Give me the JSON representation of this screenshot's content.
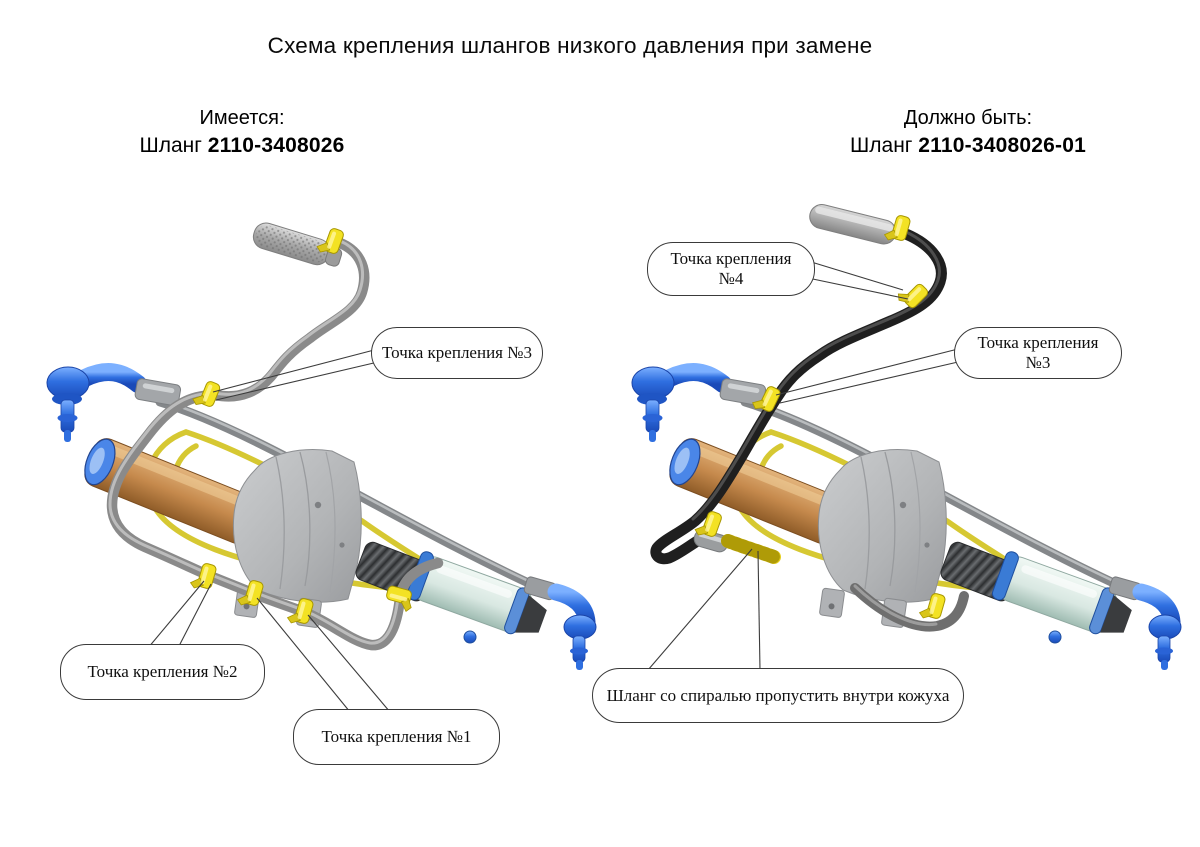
{
  "title": "Схема крепления шлангов низкого давления при замене",
  "left_panel": {
    "status_label": "Имеется:",
    "hose_label": "Шланг",
    "part_number": "2110-3408026",
    "callouts": [
      {
        "label": "Точка крепления №3"
      },
      {
        "label": "Точка крепления №2"
      },
      {
        "label": "Точка крепления №1"
      }
    ]
  },
  "right_panel": {
    "status_label": "Должно быть:",
    "hose_label": "Шланг",
    "part_number": "2110-3408026-01",
    "callouts": [
      {
        "label": "Точка крепления №4"
      },
      {
        "label": "Точка крепления №3"
      },
      {
        "label": "Шланг со спиралью пропустить внутри кожуха"
      }
    ]
  },
  "colors": {
    "hose_old_gray": "#8a8a8a",
    "hose_new_black": "#1f1f1f",
    "clamp_yellow": "#f3e224",
    "tie_rod_blue": "#2f6fe0",
    "rack_tube_orange": "#c68a4d",
    "valve_body_teal": "#d9e8e2",
    "bracket_gray": "#b4b6b8",
    "leader_line": "#3c3c3c"
  }
}
